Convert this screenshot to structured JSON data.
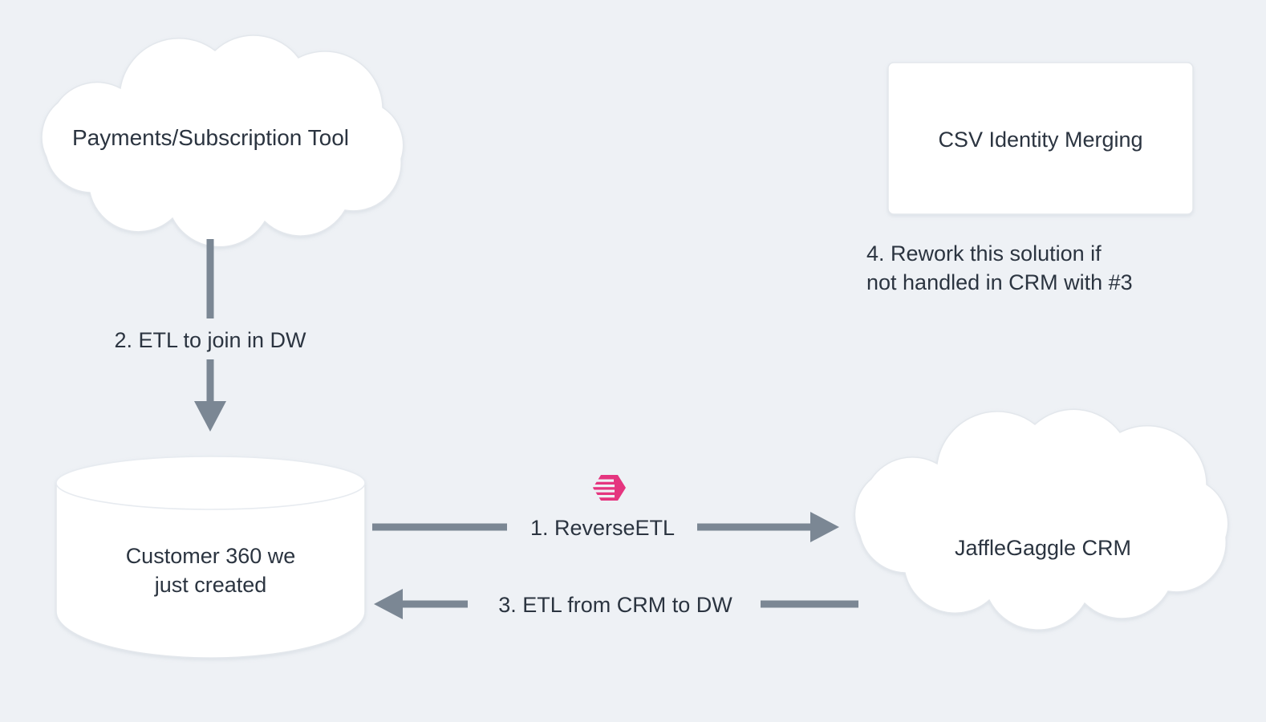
{
  "diagram": {
    "title": "Customer 360 reverse ETL data flow",
    "background_color": "#eef1f5",
    "text_color": "#2b3440",
    "connector_color": "#7b8794",
    "node_fill_color": "#ffffff",
    "accent_color": "#e5357f"
  },
  "nodes": {
    "payments_tool": {
      "label": "Payments/Subscription Tool",
      "shape": "cloud"
    },
    "csv_identity_merging": {
      "label": "CSV Identity Merging",
      "shape": "rectangle"
    },
    "data_warehouse": {
      "label": "Customer 360 we\njust created",
      "shape": "cylinder"
    },
    "crm": {
      "label": "JaffleGaggle CRM",
      "shape": "cloud"
    }
  },
  "edges": {
    "etl_to_dw": {
      "label": "2. ETL to join in DW",
      "from": "payments_tool",
      "to": "data_warehouse",
      "direction": "down"
    },
    "reverse_etl": {
      "label": "1. ReverseETL",
      "from": "data_warehouse",
      "to": "crm",
      "direction": "right"
    },
    "etl_from_crm": {
      "label": "3. ETL from CRM to DW",
      "from": "crm",
      "to": "data_warehouse",
      "direction": "left"
    }
  },
  "annotations": {
    "rework_note": {
      "label": "4. Rework this solution if\nnot handled in CRM with #3"
    }
  },
  "icons": {
    "hightouch_logo": {
      "name": "hightouch-logo-icon",
      "color": "#e5357f"
    }
  }
}
